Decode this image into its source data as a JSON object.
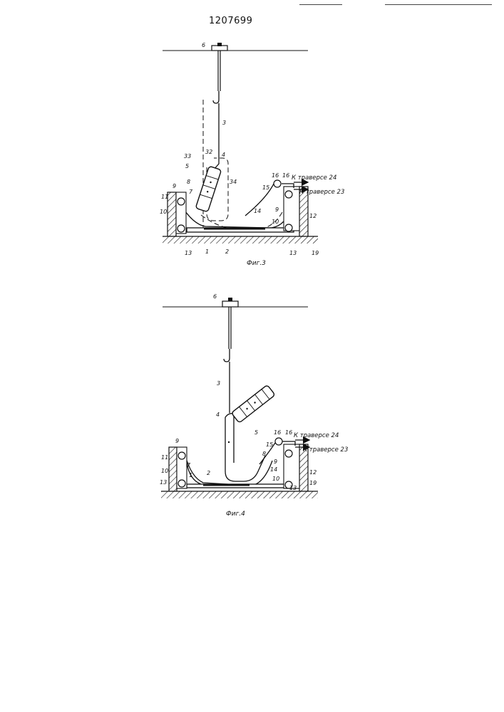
{
  "header": {
    "patent_number": "1207699"
  },
  "figure3": {
    "caption": "Фиг.3",
    "labels": {
      "n6": "6",
      "n3": "3",
      "n4": "4",
      "n32": "32",
      "n33": "33",
      "n5": "5",
      "n34": "34",
      "n8": "8",
      "n7": "7",
      "n9": "9",
      "n11": "11",
      "n10": "10",
      "n13a": "13",
      "n1": "1",
      "n2": "2",
      "n13b": "13",
      "n19": "19",
      "n12": "12",
      "n10b": "10",
      "n14": "14",
      "n9b": "9",
      "n15": "15",
      "n16a": "16",
      "n16b": "16"
    },
    "arrow_top": "К траверсе 24",
    "arrow_bottom": "К траверсе 23"
  },
  "figure4": {
    "caption": "Фиг.4",
    "labels": {
      "n6": "6",
      "n3": "3",
      "n4": "4",
      "n5": "5",
      "n8": "8",
      "n9": "9",
      "n11": "11",
      "n10": "10",
      "n13": "13",
      "n7": "7",
      "n1": "1",
      "n2": "2",
      "n14": "14",
      "n15": "15",
      "n16a": "16",
      "n16b": "16",
      "n9b": "9",
      "n10b": "10",
      "n13b": "13",
      "n12": "12",
      "n19": "19"
    },
    "arrow_top": "К траверсе 24",
    "arrow_bottom": "К траверсе 23"
  }
}
